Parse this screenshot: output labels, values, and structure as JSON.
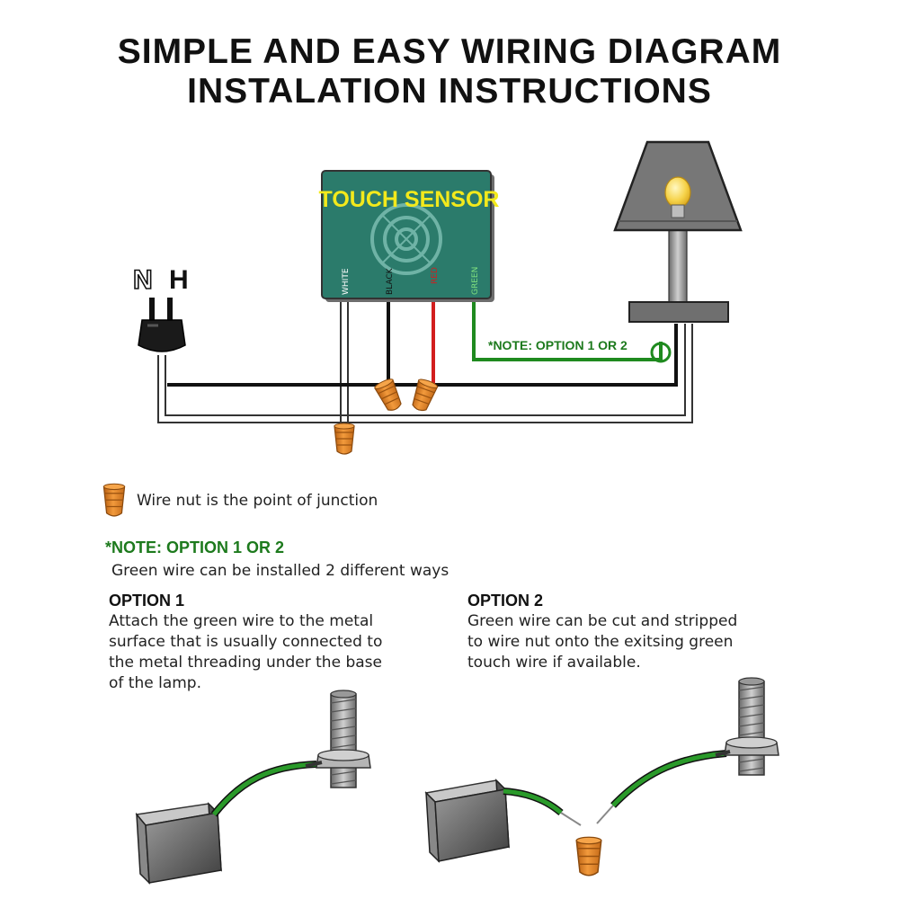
{
  "title": {
    "line1": "SIMPLE AND EASY WIRING DIAGRAM",
    "line2": "INSTALATION INSTRUCTIONS"
  },
  "plug": {
    "label_n": "N",
    "label_h": "H"
  },
  "sensor": {
    "label": "TOUCH SENSOR",
    "wire_white": "WHITE",
    "wire_black": "BLACK",
    "wire_red": "RED",
    "wire_green": "GREEN"
  },
  "diagram_note": "*NOTE: OPTION 1 OR 2",
  "legend": {
    "text": "Wire nut is the point of junction"
  },
  "note": {
    "title": "*NOTE: OPTION 1 OR 2",
    "subtitle": "Green wire can be installed 2 different ways"
  },
  "option1": {
    "title": "OPTION 1",
    "lines": [
      "Attach the green wire to the metal",
      "surface that is usually connected to",
      "the metal threading under the base",
      "of the lamp."
    ]
  },
  "option2": {
    "title": "OPTION 2",
    "lines": [
      "Green wire can be cut and stripped",
      "to wire nut onto the exitsing green",
      "touch wire if available."
    ]
  },
  "colors": {
    "sensor_panel": "#2b7b6b",
    "sensor_label": "#f3e91c",
    "green_wire": "#1f8a1f",
    "red_wire": "#d21e1e",
    "wire_nut": "#e8862a",
    "lamp_shade": "#777777",
    "bulb": "#f6d34a"
  },
  "icons": [
    "plug-icon",
    "lamp-icon",
    "bulb-icon",
    "wire-nut-icon",
    "threaded-rod-icon",
    "sensor-box-icon"
  ]
}
